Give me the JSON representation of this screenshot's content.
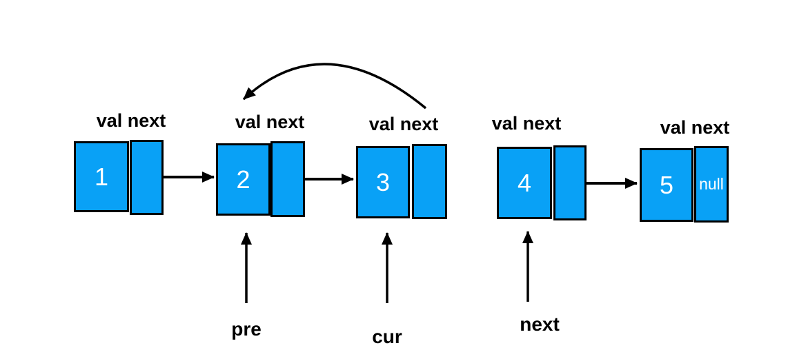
{
  "diagram": {
    "type": "singly-linked-list-reversal-step",
    "colors": {
      "background": "#FFFFFF",
      "node_fill": "#09A1F6",
      "outline": "#000000",
      "node_text": "#FFFFFF",
      "label_text": "#000000"
    },
    "nodes": [
      {
        "fields_label": "val next",
        "value": "1",
        "next_text": ""
      },
      {
        "fields_label": "val next",
        "value": "2",
        "next_text": ""
      },
      {
        "fields_label": "val next",
        "value": "3",
        "next_text": ""
      },
      {
        "fields_label": "val next",
        "value": "4",
        "next_text": ""
      },
      {
        "fields_label": "val next",
        "value": "5",
        "next_text": "null"
      }
    ],
    "pointers": [
      {
        "label": "pre",
        "points_to": "node 2"
      },
      {
        "label": "cur",
        "points_to": "node 3"
      },
      {
        "label": "next",
        "points_to": "node 4"
      }
    ],
    "links": [
      {
        "from": "node 1 next",
        "to": "node 2",
        "shape": "straight"
      },
      {
        "from": "node 2 next",
        "to": "node 3",
        "shape": "straight"
      },
      {
        "from": "node 4 next",
        "to": "node 5",
        "shape": "straight"
      },
      {
        "from": "node 3 next",
        "to": "node 2",
        "shape": "curved-back"
      }
    ]
  }
}
